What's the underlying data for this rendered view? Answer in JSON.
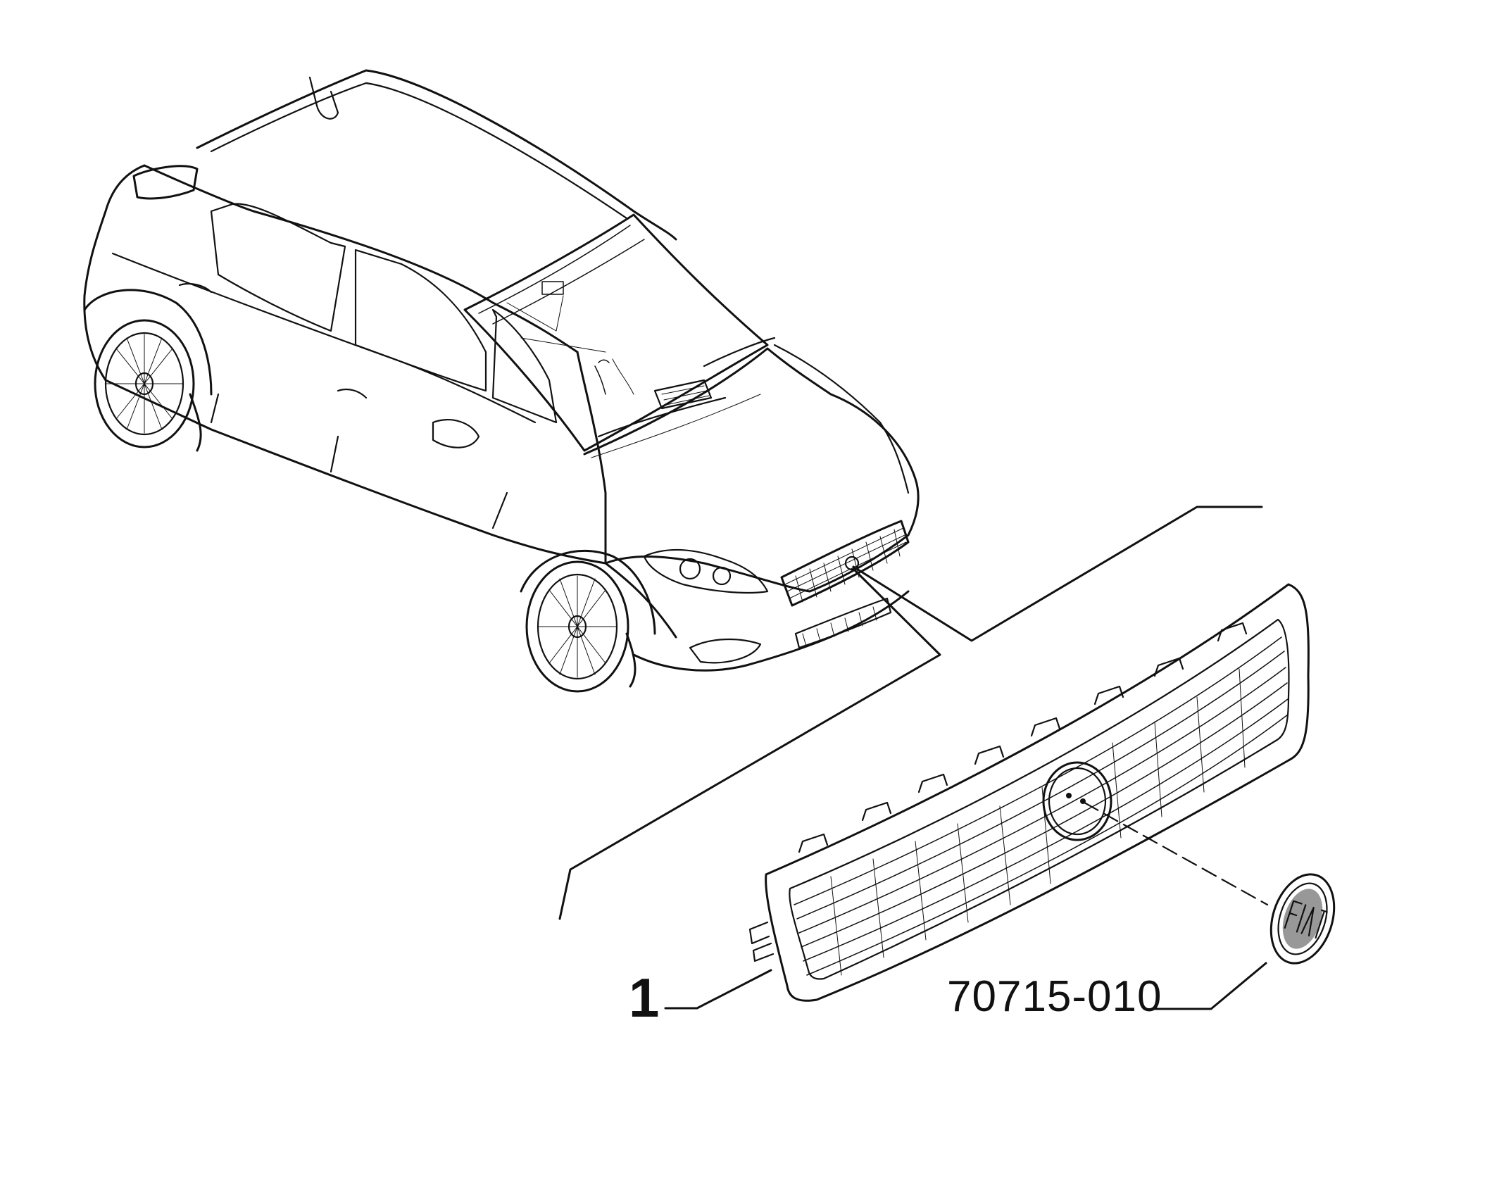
{
  "diagram": {
    "callouts": [
      {
        "id": "grille",
        "text": "1"
      },
      {
        "id": "emblem",
        "text": "70715-010"
      }
    ],
    "emblem_lettering": "FIAT"
  }
}
